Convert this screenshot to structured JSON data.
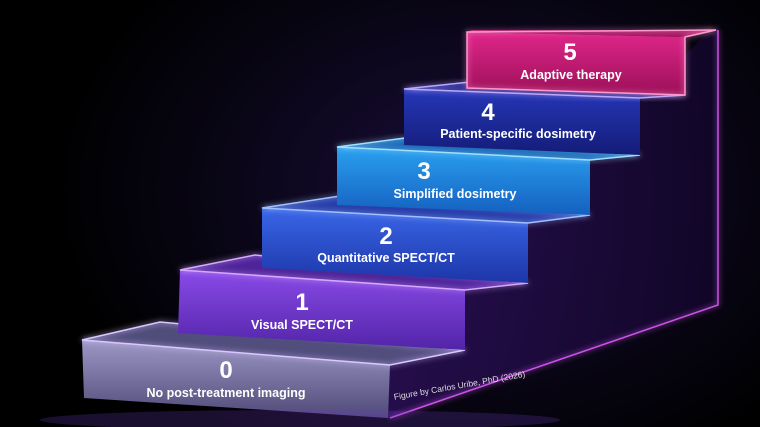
{
  "steps": [
    {
      "number": "0",
      "label": "No post-treatment imaging"
    },
    {
      "number": "1",
      "label": "Visual SPECT/CT"
    },
    {
      "number": "2",
      "label": "Quantitative SPECT/CT"
    },
    {
      "number": "3",
      "label": "Simplified dosimetry"
    },
    {
      "number": "4",
      "label": "Patient-specific dosimetry"
    },
    {
      "number": "5",
      "label": "Adaptive therapy"
    }
  ],
  "credit": "Figure by Carlos Uribe, PhD (2026)",
  "colors": {
    "step0": "#8a86b0",
    "step1": "#7a3fd6",
    "step2": "#2a55d6",
    "step3": "#1f8be0",
    "step4": "#1e2a9c",
    "step5": "#c2186e",
    "glow": "#e05cff"
  }
}
